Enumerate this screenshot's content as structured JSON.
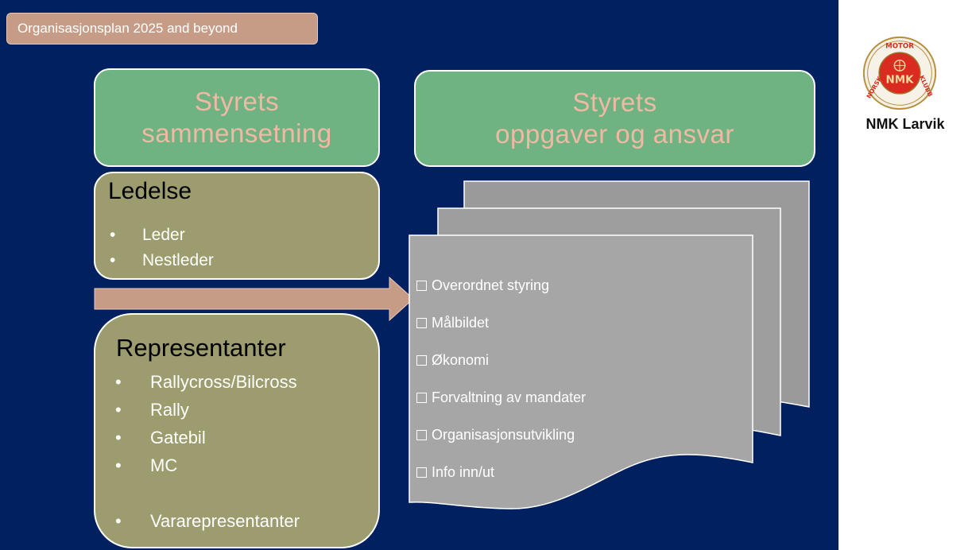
{
  "header": {
    "badge_text": "Organisasjonsplan 2025 and beyond"
  },
  "logo": {
    "seal_top": "MOTOR",
    "seal_left": "NORSK",
    "seal_right": "KLUBB",
    "seal_center": "NMK",
    "caption": "NMK Larvik"
  },
  "left_column": {
    "title_line1": "Styrets",
    "title_line2": "sammensetning",
    "ledelse": {
      "heading": "Ledelse",
      "items": [
        "Leder",
        "Nestleder"
      ]
    },
    "representanter": {
      "heading": "Representanter",
      "items": [
        "Rallycross/Bilcross",
        "Rally",
        "Gatebil",
        "MC",
        "Vararepresentanter"
      ]
    }
  },
  "right_column": {
    "title_line1": "Styrets",
    "title_line2": "oppgaver og ansvar",
    "tasks": [
      "Overordnet styring",
      "Målbildet",
      "Økonomi",
      "Forvaltning av mandater",
      "Organisasjonsutvikling",
      "Info inn/ut"
    ]
  },
  "colors": {
    "background": "#002060",
    "green_box": "#6fb382",
    "olive_box": "#9c9c6e",
    "accent": "#c79c87",
    "title_text": "#f0b9a4"
  },
  "icons": {
    "bullet": "•",
    "checkbox": "checkbox-icon"
  }
}
